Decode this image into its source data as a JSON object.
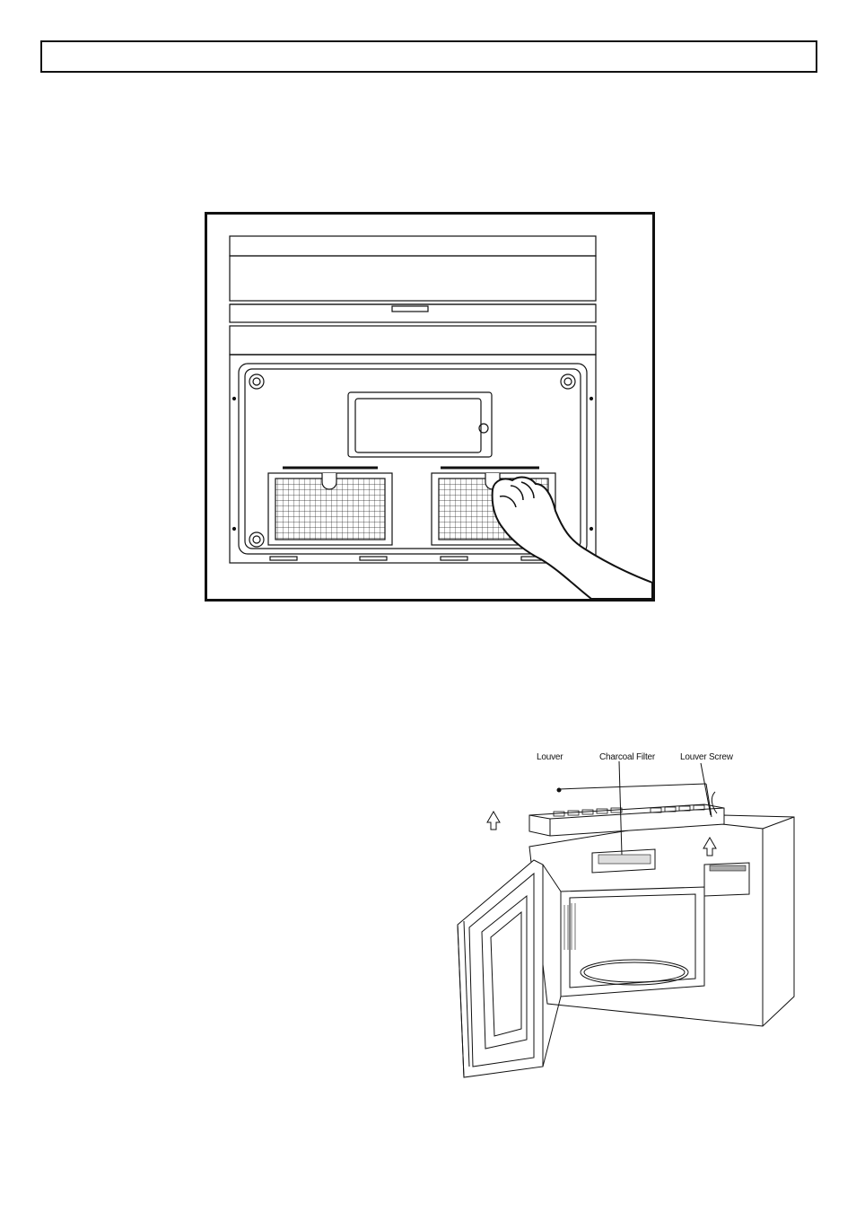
{
  "header": {
    "text": ""
  },
  "figures": {
    "grease_filter_removal": {
      "caption": ""
    },
    "charcoal_filter_installation": {
      "labels": {
        "louver": "Louver",
        "charcoal_filter": "Charcoal Filter",
        "louver_screw": "Louver Screw"
      }
    }
  },
  "icons": [
    "up-arrow-icon",
    "hand-icon"
  ]
}
